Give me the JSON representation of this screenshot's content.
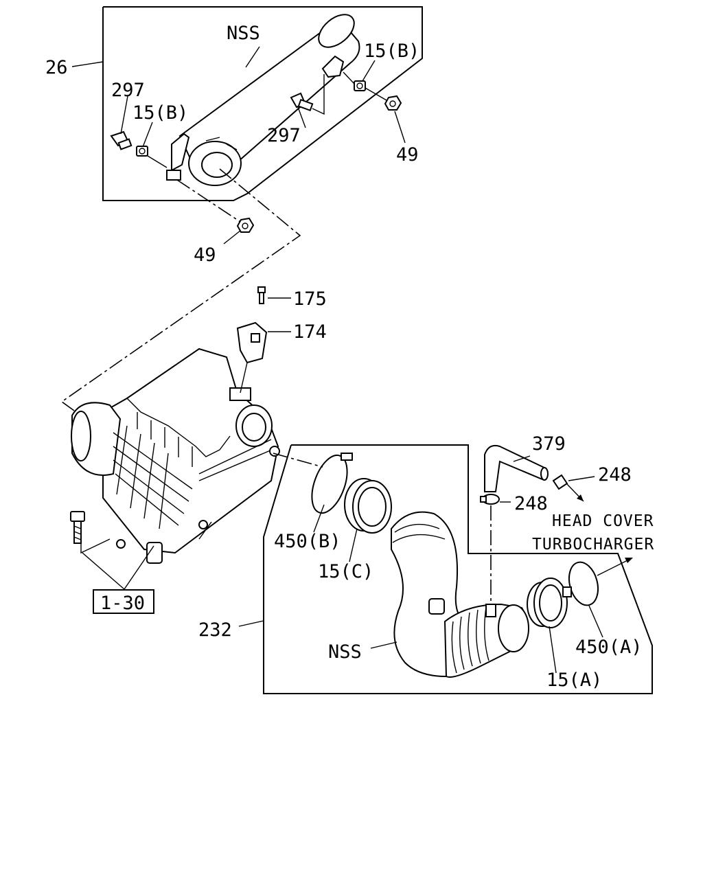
{
  "labels": {
    "p26": "26",
    "nss_top": "NSS",
    "p297_left": "297",
    "p15b_left": "15(B)",
    "p15b_right": "15(B)",
    "p297_right": "297",
    "p49_right": "49",
    "p49_bottom": "49",
    "p175": "175",
    "p174": "174",
    "p379": "379",
    "p248_top": "248",
    "p248_mid": "248",
    "head_cover": "HEAD COVER",
    "turbocharger": "TURBOCHARGER",
    "p450b": "450(B)",
    "p15c": "15(C)",
    "p1_30": "1-30",
    "p232": "232",
    "nss_bottom": "NSS",
    "p450a": "450(A)",
    "p15a": "15(A)"
  }
}
